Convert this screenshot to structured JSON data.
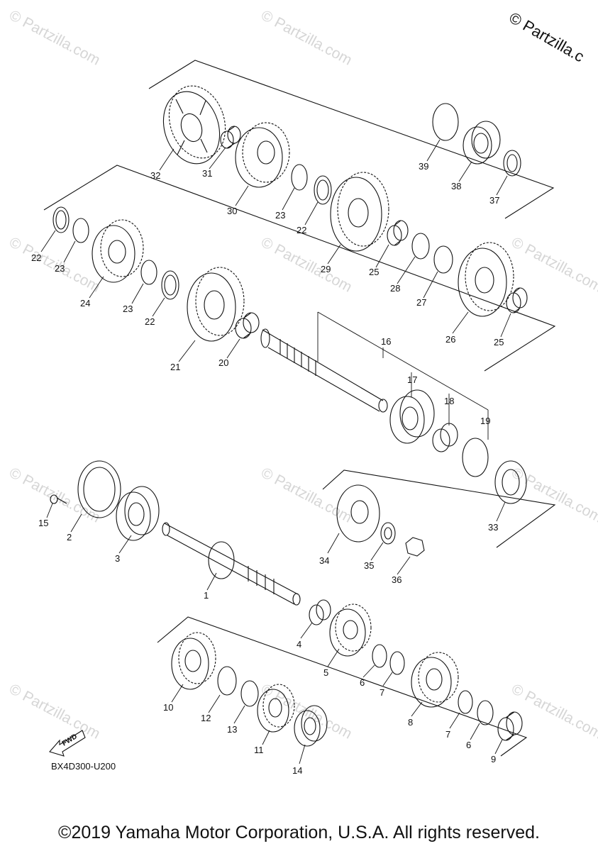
{
  "watermark": "© Partzilla.com",
  "corner_copyright": "© Partzilla.c",
  "drawing_code": "BX4D300-U200",
  "footer": "©2019 Yamaha Motor Corporation, U.S.A. All rights reserved.",
  "fwd_label": "FWD",
  "callouts": {
    "p1": "1",
    "p2": "2",
    "p3": "3",
    "p4": "4",
    "p5": "5",
    "p6a": "6",
    "p6b": "6",
    "p7a": "7",
    "p7b": "7",
    "p8": "8",
    "p9": "9",
    "p10": "10",
    "p11": "11",
    "p12": "12",
    "p13": "13",
    "p14": "14",
    "p15": "15",
    "p16": "16",
    "p17": "17",
    "p18": "18",
    "p19": "19",
    "p20": "20",
    "p21": "21",
    "p22a": "22",
    "p22b": "22",
    "p22c": "22",
    "p23a": "23",
    "p23b": "23",
    "p23c": "23",
    "p24": "24",
    "p25a": "25",
    "p25b": "25",
    "p26": "26",
    "p27": "27",
    "p28": "28",
    "p29": "29",
    "p30": "30",
    "p31": "31",
    "p32": "32",
    "p33": "33",
    "p34": "34",
    "p35": "35",
    "p36": "36",
    "p37": "37",
    "p38": "38",
    "p39": "39"
  }
}
